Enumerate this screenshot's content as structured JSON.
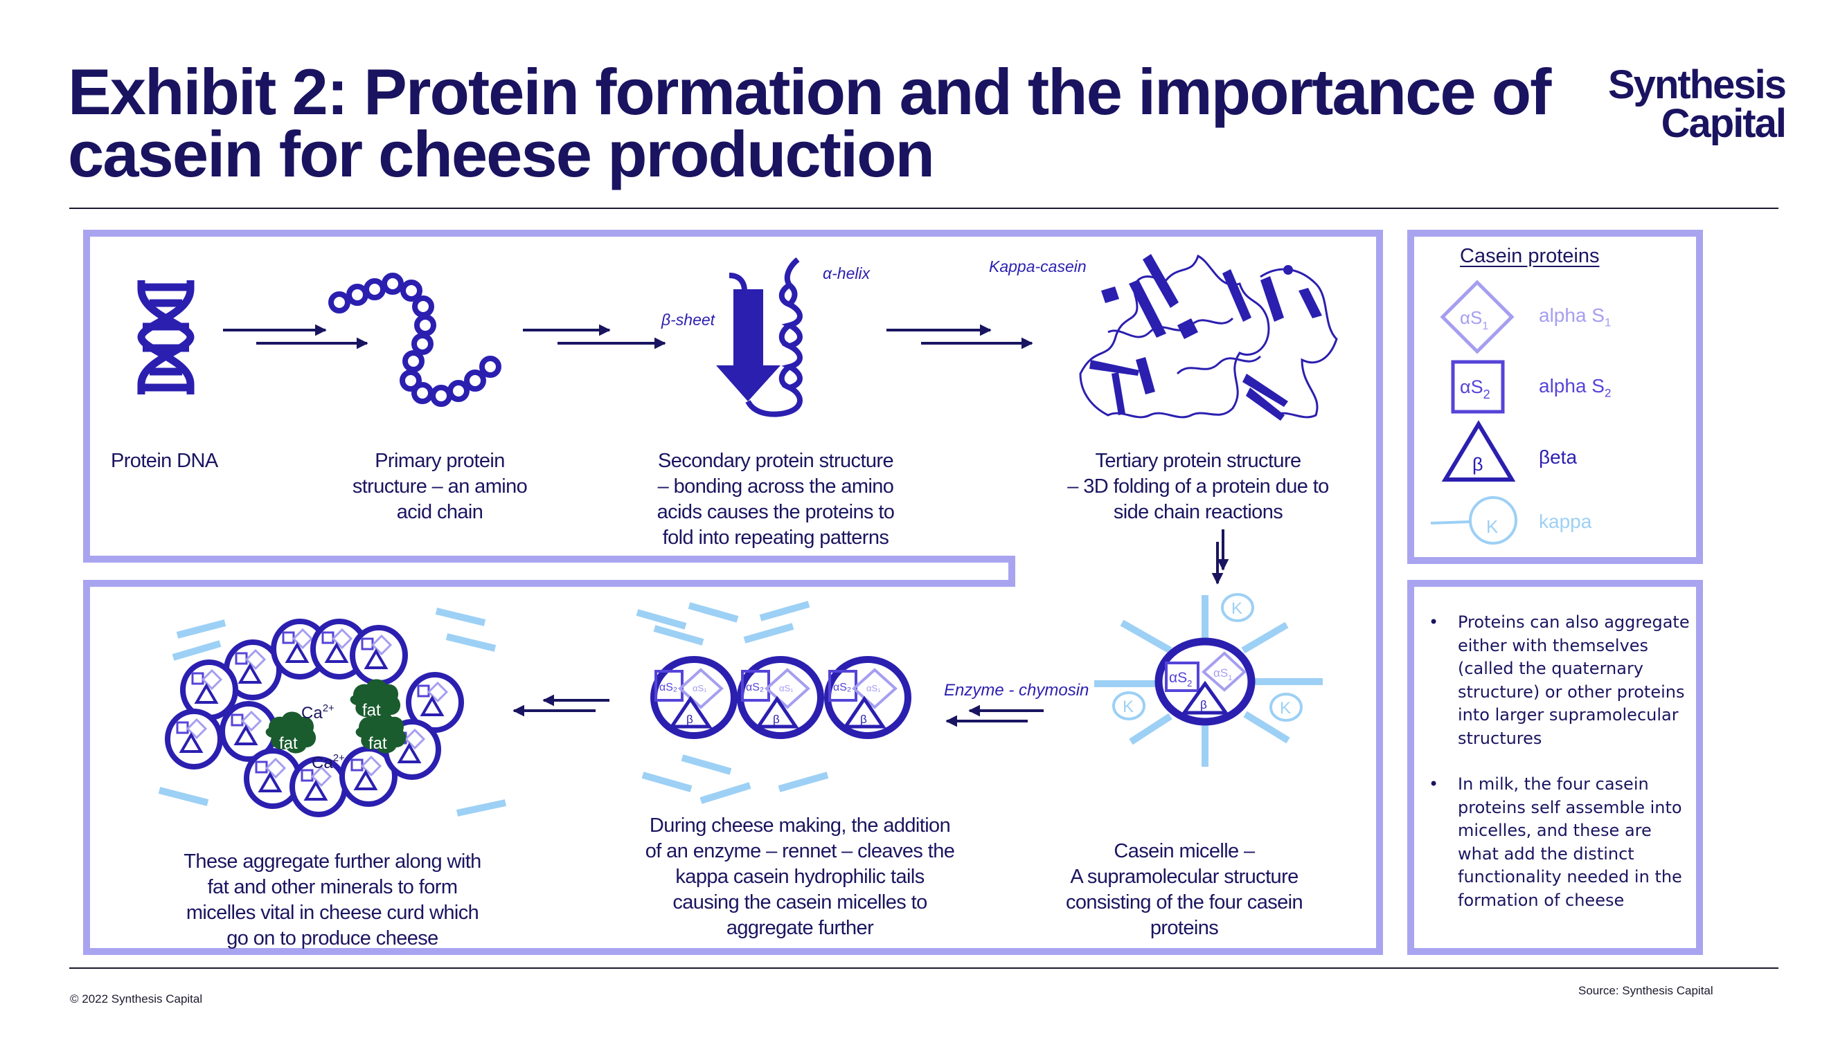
{
  "header": {
    "title_line1": "Exhibit 2: Protein formation and the importance of",
    "title_line2": "casein for cheese production",
    "logo_line1": "Synthesis",
    "logo_line2": "Capital"
  },
  "colors": {
    "navy": "#1a1360",
    "royal_blue": "#2b1fb0",
    "panel_border": "#a9a4f0",
    "alpha_s1": "#a59ef0",
    "alpha_s2": "#5544d8",
    "beta": "#2b1fb0",
    "kappa": "#9dd0f5",
    "fat": "#1a5c2e"
  },
  "top_flow": {
    "steps": [
      {
        "icon": "dna-icon",
        "caption": [
          "Protein DNA"
        ]
      },
      {
        "icon": "amino-acid-chain-icon",
        "caption": [
          "Primary protein",
          "structure – an amino",
          "acid chain"
        ]
      },
      {
        "icon": "secondary-structure-icon",
        "caption": [
          "Secondary protein structure",
          "– bonding across the amino",
          "acids causes the proteins to",
          "fold into repeating patterns"
        ]
      },
      {
        "icon": "tertiary-structure-icon",
        "caption": [
          "Tertiary protein structure",
          "– 3D folding of a protein due to",
          "side chain reactions"
        ]
      }
    ],
    "labels": {
      "beta_sheet": "β-sheet",
      "alpha_helix": "α-helix",
      "kappa_casein": "Kappa-casein"
    }
  },
  "bottom_flow": {
    "micelle": {
      "caption": [
        "Casein micelle –",
        "A supramolecular structure",
        "consisting of the four casein",
        "proteins"
      ],
      "labels": {
        "as2": "αS",
        "as2_sub": "2",
        "as1": "αS",
        "as1_sub": "1",
        "beta": "β",
        "kappa": "K"
      }
    },
    "enzyme_label": "Enzyme - chymosin",
    "cleaved": {
      "caption": [
        "During cheese making, the addition",
        "of an enzyme – rennet – cleaves the",
        "kappa casein hydrophilic tails",
        "causing the casein micelles to",
        "aggregate further"
      ]
    },
    "aggregate": {
      "caption": [
        "These aggregate further along with",
        "fat and other minerals to form",
        "micelles vital in cheese curd which",
        "go on to produce cheese"
      ],
      "fat_label": "fat",
      "calcium_label": "Ca",
      "calcium_charge": "2+"
    }
  },
  "legend": {
    "title": "Casein proteins",
    "items": [
      {
        "symbol": "diamond",
        "symbol_text": "αS",
        "sub": "1",
        "label": "alpha S",
        "label_sub": "1",
        "color": "#a59ef0"
      },
      {
        "symbol": "square",
        "symbol_text": "αS",
        "sub": "2",
        "label": "alpha S",
        "label_sub": "2",
        "color": "#5544d8"
      },
      {
        "symbol": "triangle",
        "symbol_text": "β",
        "sub": "",
        "label": "βeta",
        "label_sub": "",
        "color": "#2b1fb0"
      },
      {
        "symbol": "circle-tail",
        "symbol_text": "K",
        "sub": "",
        "label": "Kappa",
        "label_sub": "",
        "color": "#9dd0f5"
      }
    ]
  },
  "notes": {
    "bullets": [
      "Proteins can also aggregate either with themselves (called the quaternary structure) or other proteins into larger supramolecular structures",
      "In milk, the four casein proteins self assemble into micelles, and these are what add the distinct functionality needed in the formation of cheese"
    ]
  },
  "footer": {
    "copyright": "© 2022 Synthesis Capital",
    "source": "Source: Synthesis Capital"
  }
}
